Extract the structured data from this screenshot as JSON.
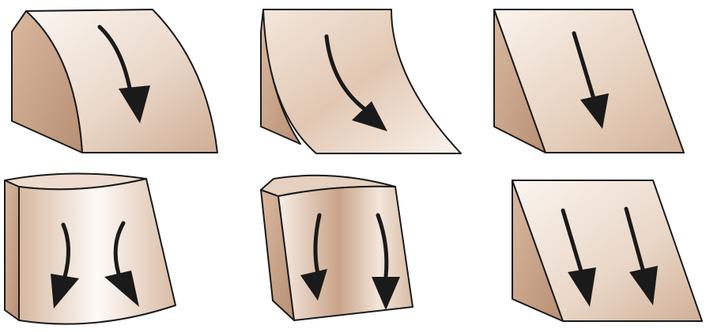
{
  "colors": {
    "background": "#ffffff",
    "outline": "#1a1a1a",
    "arrow": "#1a1a1a",
    "face_light": "#fbf6f1",
    "face_mid": "#e8d3c2",
    "face_dark": "#c9a58a",
    "side_face": "#c8a288"
  },
  "shapes": [
    {
      "name": "convex-slope-block",
      "arrow_count": 1
    },
    {
      "name": "concave-slope-block",
      "arrow_count": 1
    },
    {
      "name": "planar-slope-block",
      "arrow_count": 1
    },
    {
      "name": "divergent-slope-block",
      "arrow_count": 2
    },
    {
      "name": "convergent-slope-block",
      "arrow_count": 2
    },
    {
      "name": "parallel-slope-block",
      "arrow_count": 2
    }
  ]
}
